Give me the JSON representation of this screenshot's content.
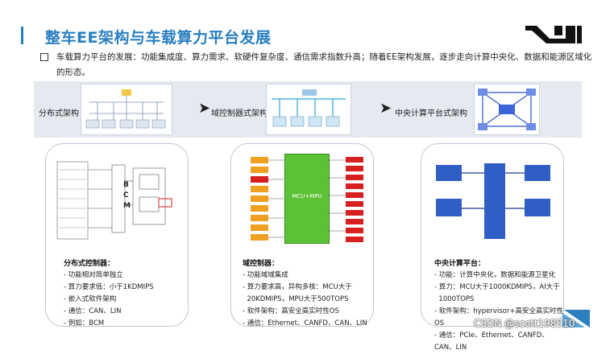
{
  "header": {
    "title": "整车EE架构与车载算力平台发展"
  },
  "intro": {
    "text": "车载算力平台的发展：功能集成度、算力需求、软硬件复杂度、通信需求指数升高；随着EE架构发展，逐步走向计算中央化、数据和能源区域化的形态。"
  },
  "stages": [
    {
      "label": "分布式架构"
    },
    {
      "label": "域控制器式架构"
    },
    {
      "label": "中央计算平台式架构"
    }
  ],
  "cards": [
    {
      "title": "分布式控制器：",
      "items": [
        "功能相对简单独立",
        "算力要求低：小于1KDMIPS",
        "嵌入式软件架构",
        "通信：CAN、LIN",
        "例如：BCM"
      ],
      "diagram_letters": [
        "B",
        "C",
        "M"
      ]
    },
    {
      "title": "域控制器：",
      "items": [
        "功能域域集成",
        "算力要求高，异构多核：MCU大于",
        "20KDMIPS，MPU大于500TOPS",
        "软件架构：高安全高实时性OS",
        "通信：Ethernet、CANFD、CAN、LIN"
      ],
      "chip_label": "MCU+MPU"
    },
    {
      "title": "中央计算平台：",
      "items": [
        "功能：计算中央化，数据和能源卫星化",
        "算力：MCU大于1000KDMIPS，AI大于",
        "1000TOPS",
        "软件架构：hypervisor+高安全高实时性OS",
        "通信：PCIe、Ethernet、CANFD、CAN、LIN"
      ]
    }
  ],
  "watermark": "CSDN @scott198510",
  "colors": {
    "accent": "#2a7fc0",
    "chip_green": "#5bc236",
    "port_red": "#d62020",
    "port_orange": "#f0a020"
  }
}
